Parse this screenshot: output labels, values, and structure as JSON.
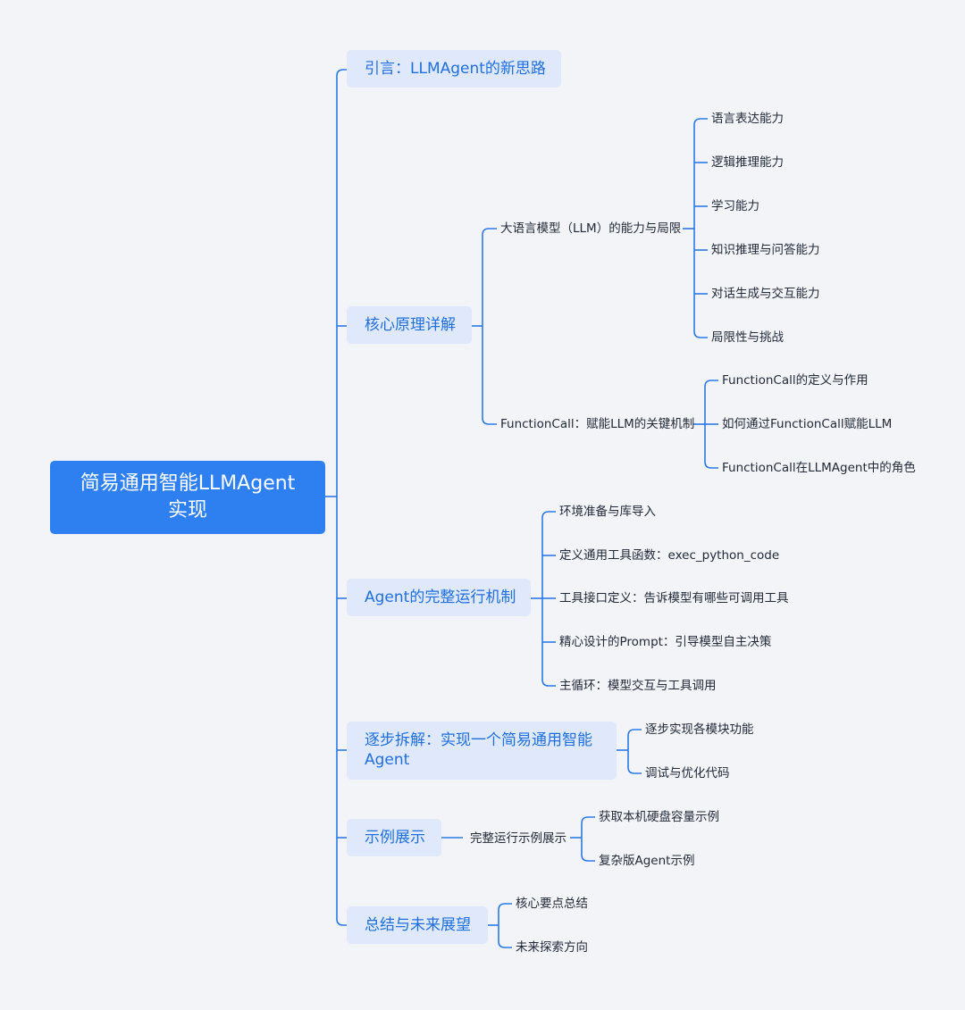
{
  "colors": {
    "line": "#2a79e8",
    "root_bg": "#2e7ff0",
    "branch_bg": "#dfe9fb",
    "branch_text": "#1f6fdc",
    "leaf_text": "#222a38",
    "background": "#f2f4f8"
  },
  "root": {
    "line1": "简易通用智能LLMAgent",
    "line2": "实现"
  },
  "branches": [
    {
      "label": "引言：LLMAgent的新思路"
    },
    {
      "label": "核心原理详解",
      "children": [
        {
          "label": "大语言模型（LLM）的能力与局限",
          "children": [
            "语言表达能力",
            "逻辑推理能力",
            "学习能力",
            "知识推理与问答能力",
            "对话生成与交互能力",
            "局限性与挑战"
          ]
        },
        {
          "label": "FunctionCall：赋能LLM的关键机制",
          "children": [
            "FunctionCall的定义与作用",
            "如何通过FunctionCall赋能LLM",
            "FunctionCall在LLMAgent中的角色"
          ]
        }
      ]
    },
    {
      "label": "Agent的完整运行机制",
      "children": [
        "环境准备与库导入",
        "定义通用工具函数：exec_python_code",
        "工具接口定义：告诉模型有哪些可调用工具",
        "精心设计的Prompt：引导模型自主决策",
        "主循环：模型交互与工具调用"
      ]
    },
    {
      "label": "逐步拆解：实现一个简易通用智能Agent",
      "children": [
        "逐步实现各模块功能",
        "调试与优化代码"
      ]
    },
    {
      "label": "示例展示",
      "children": [
        {
          "label": "完整运行示例展示",
          "children": [
            "获取本机硬盘容量示例",
            "复杂版Agent示例"
          ]
        }
      ]
    },
    {
      "label": "总结与未来展望",
      "children": [
        "核心要点总结",
        "未来探索方向"
      ]
    }
  ]
}
